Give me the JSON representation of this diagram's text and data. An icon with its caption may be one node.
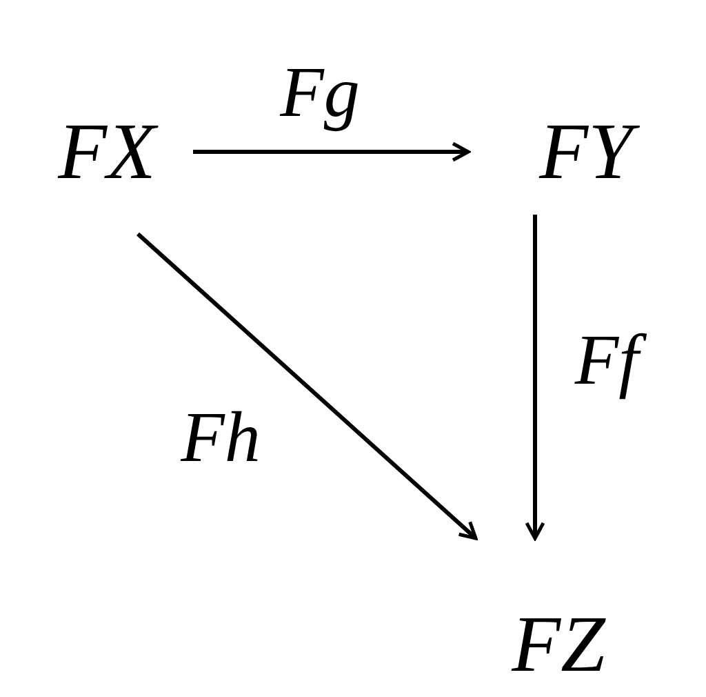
{
  "diagram": {
    "nodes": [
      {
        "text": [
          "FX"
        ]
      },
      {
        "text": [
          "FY"
        ]
      },
      {
        "text": [
          "FZ"
        ]
      }
    ],
    "edges": [
      {
        "from": 0,
        "to": 1,
        "arrow": "to",
        "label": "Fg"
      },
      {
        "from": 1,
        "to": 2,
        "arrow": "to",
        "label": "Ff"
      },
      {
        "from": 0,
        "to": 2,
        "arrow": "to",
        "label": "Fh"
      }
    ]
  }
}
